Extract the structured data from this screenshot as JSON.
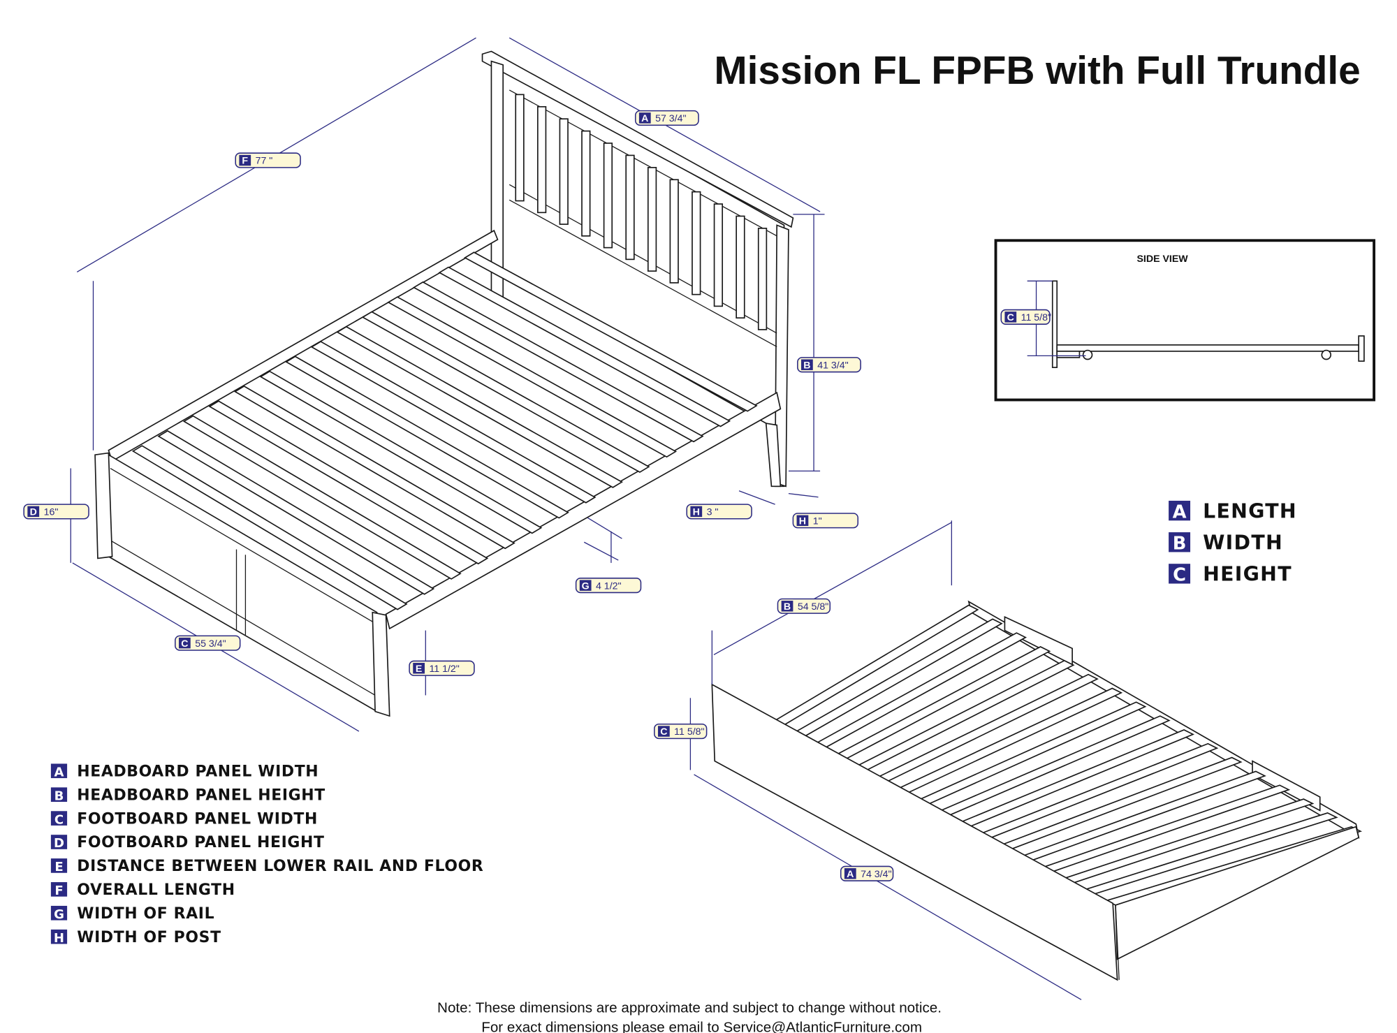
{
  "title": "Mission FL FPFB with Full Trundle",
  "colors": {
    "accent": "#2b2a83",
    "label_fill": "#fdf8d6"
  },
  "bed_labels": [
    {
      "letter": "A",
      "value": "57 3/4\""
    },
    {
      "letter": "F",
      "value": "77 \""
    },
    {
      "letter": "B",
      "value": "41 3/4\""
    },
    {
      "letter": "D",
      "value": "16\""
    },
    {
      "letter": "H",
      "value": "3 \""
    },
    {
      "letter": "H",
      "value": "1\""
    },
    {
      "letter": "G",
      "value": "4 1/2\""
    },
    {
      "letter": "C",
      "value": "55 3/4\""
    },
    {
      "letter": "E",
      "value": "11 1/2\""
    }
  ],
  "trundle_labels": [
    {
      "letter": "B",
      "value": "54 5/8\""
    },
    {
      "letter": "C",
      "value": "11 5/8\""
    },
    {
      "letter": "A",
      "value": "74 3/4\""
    }
  ],
  "side_view": {
    "title": "SIDE VIEW",
    "label": {
      "letter": "C",
      "value": "11 5/8\""
    }
  },
  "trundle_legend": [
    {
      "letter": "A",
      "text": "LENGTH"
    },
    {
      "letter": "B",
      "text": "WIDTH"
    },
    {
      "letter": "C",
      "text": "HEIGHT"
    }
  ],
  "bed_legend": [
    {
      "letter": "A",
      "text": "HEADBOARD PANEL WIDTH"
    },
    {
      "letter": "B",
      "text": "HEADBOARD PANEL HEIGHT"
    },
    {
      "letter": "C",
      "text": "FOOTBOARD PANEL WIDTH"
    },
    {
      "letter": "D",
      "text": "FOOTBOARD PANEL HEIGHT"
    },
    {
      "letter": "E",
      "text": "DISTANCE BETWEEN LOWER RAIL AND FLOOR"
    },
    {
      "letter": "F",
      "text": "OVERALL LENGTH"
    },
    {
      "letter": "G",
      "text": "WIDTH OF RAIL"
    },
    {
      "letter": "H",
      "text": "WIDTH OF POST"
    }
  ],
  "note": {
    "line1": "Note:  These dimensions are approximate and subject to change without notice.",
    "line2": "For exact dimensions please email to Service@AtlanticFurniture.com"
  }
}
